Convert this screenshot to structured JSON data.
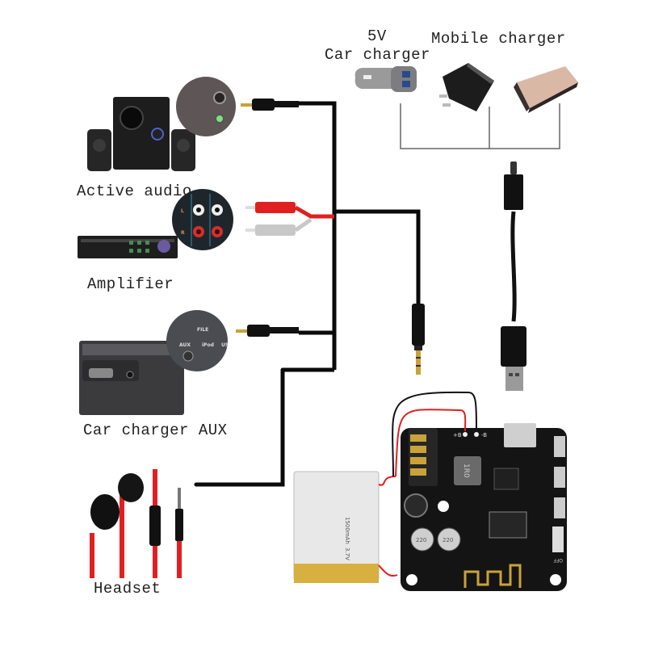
{
  "diagram": {
    "title": "Bluetooth audio receiver board wiring diagram",
    "sources": [
      {
        "id": "active-audio",
        "label": "Active audio",
        "connector": "3.5mm AUX plug"
      },
      {
        "id": "amplifier",
        "label": "Amplifier",
        "connector": "RCA L/R plugs"
      },
      {
        "id": "car-charger-aux",
        "label": "Car charger AUX",
        "connector": "3.5mm AUX plug"
      },
      {
        "id": "headset",
        "label": "Headset",
        "connector": "3.5mm headphone plug"
      }
    ],
    "power": {
      "car_charger_voltage": "5V",
      "car_charger_label": "Car charger",
      "mobile_charger_label": "Mobile charger",
      "cable": "USB to Micro-USB"
    },
    "insets": {
      "amplifier_channels": [
        "L",
        "R"
      ],
      "car_panel_labels": [
        "FILE",
        "AUX",
        "iPod",
        "US"
      ]
    },
    "board": {
      "pins": [
        "+B",
        "-B"
      ],
      "switch_label": "OFF",
      "antenna": "PCB Bluetooth antenna",
      "capacitor_marks": [
        "220",
        "220"
      ],
      "inductor_mark": "1R0"
    },
    "battery": {
      "capacity": "1500mAh",
      "voltage": "3.7V"
    },
    "colors": {
      "wire": "#0a0a0a",
      "red_wire": "#e02020",
      "charger_bracket": "#666666",
      "board": "#141414",
      "gold": "#c9a23a"
    }
  }
}
